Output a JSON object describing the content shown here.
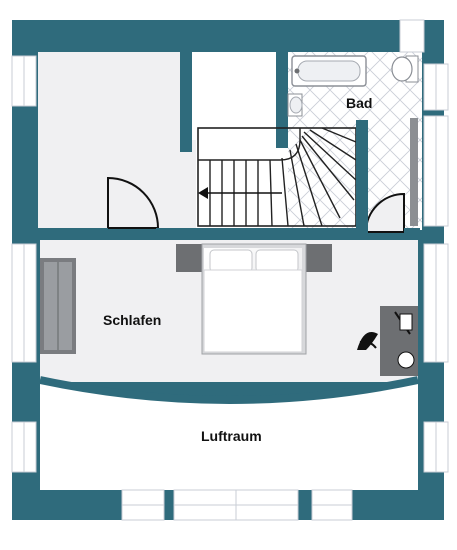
{
  "rooms": {
    "bad": "Bad",
    "schlafen": "Schlafen",
    "luftraum": "Luftraum"
  },
  "colors": {
    "wall": "#2f6b7c",
    "floor": "#f0f0f2",
    "white": "#ffffff",
    "furniture": "#6d6f72",
    "tile_line": "#c9cdd6",
    "stair_line": "#222222"
  },
  "icons": {
    "stairs": "stair-arrow-icon",
    "bed": "double-bed-icon",
    "chair": "office-chair-icon",
    "toilet": "toilet-icon",
    "bathtub": "bathtub-icon"
  }
}
